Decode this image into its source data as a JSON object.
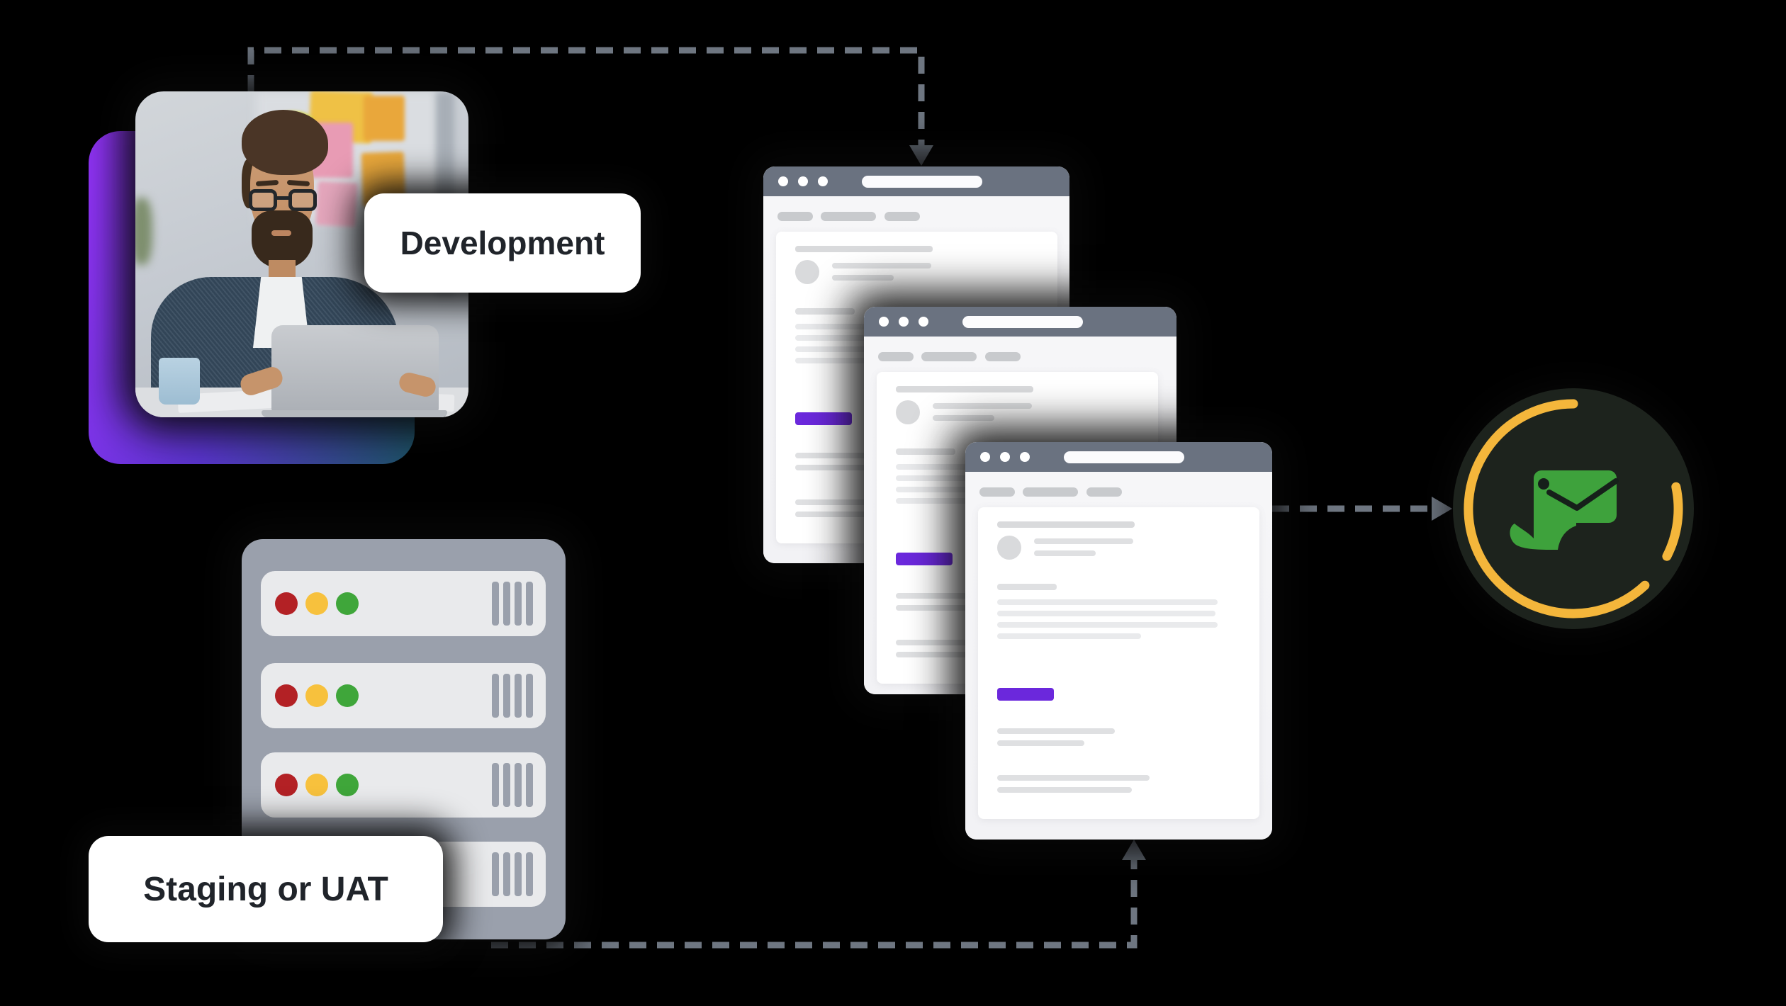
{
  "diagram": {
    "development_label": "Development",
    "staging_label": "Staging or UAT"
  },
  "icons": {
    "browser_traffic_lights": "three-white-dots-icon",
    "browser_address_bar": "address-bar-pill",
    "server_status_leds": "red-yellow-green-led-icons",
    "server_vents": "vent-bars-icon",
    "badge_logo": "dinosaur-envelope-mail-icon",
    "badge_ring": "yellow-progress-ring-icon",
    "connectors": "dashed-flow-arrow"
  },
  "colors": {
    "canvas_bg": "#000000",
    "label_bg": "#FFFFFF",
    "label_text": "#20242A",
    "connector": "#6E7681",
    "browser_header": "#6A7280",
    "browser_body": "#F6F6F8",
    "card_bg": "#FFFFFF",
    "skeleton_light": "#E9EAEC",
    "skeleton_mid": "#DFE0E2",
    "skeleton_dark": "#D9DADC",
    "nav_pill": "#C8CACD",
    "purple_button": "#6B28DC",
    "server_body": "#9AA0AC",
    "server_row": "#E9EAEC",
    "led_red": "#B32125",
    "led_yellow": "#F7C13D",
    "led_green": "#3FA63A",
    "ring_yellow": "#F4B63B",
    "badge_bg": "#1D231D",
    "logo_green": "#3EA23C",
    "logo_dark": "#16201A",
    "gradient_start": "#8F33F5",
    "gradient_mid": "#5A35CE",
    "gradient_end": "#1D5468"
  }
}
